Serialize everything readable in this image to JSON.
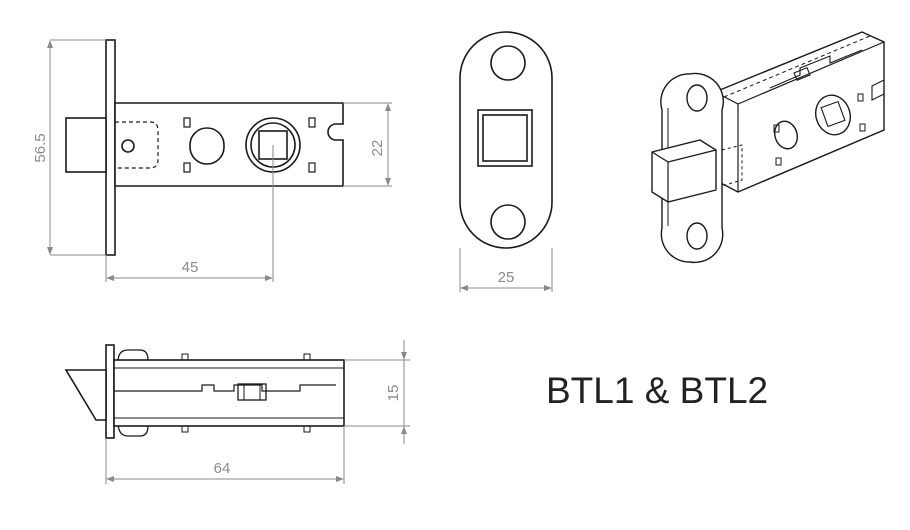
{
  "title": "BTL1 & BTL2",
  "dimensions": {
    "height_overall": "56.5",
    "case_height": "22",
    "backset": "45",
    "faceplate_width": "25",
    "case_depth": "15",
    "overall_length": "64"
  },
  "colors": {
    "line": "#1a1a1a",
    "dimension": "#8a8a8a",
    "text": "#222222"
  }
}
